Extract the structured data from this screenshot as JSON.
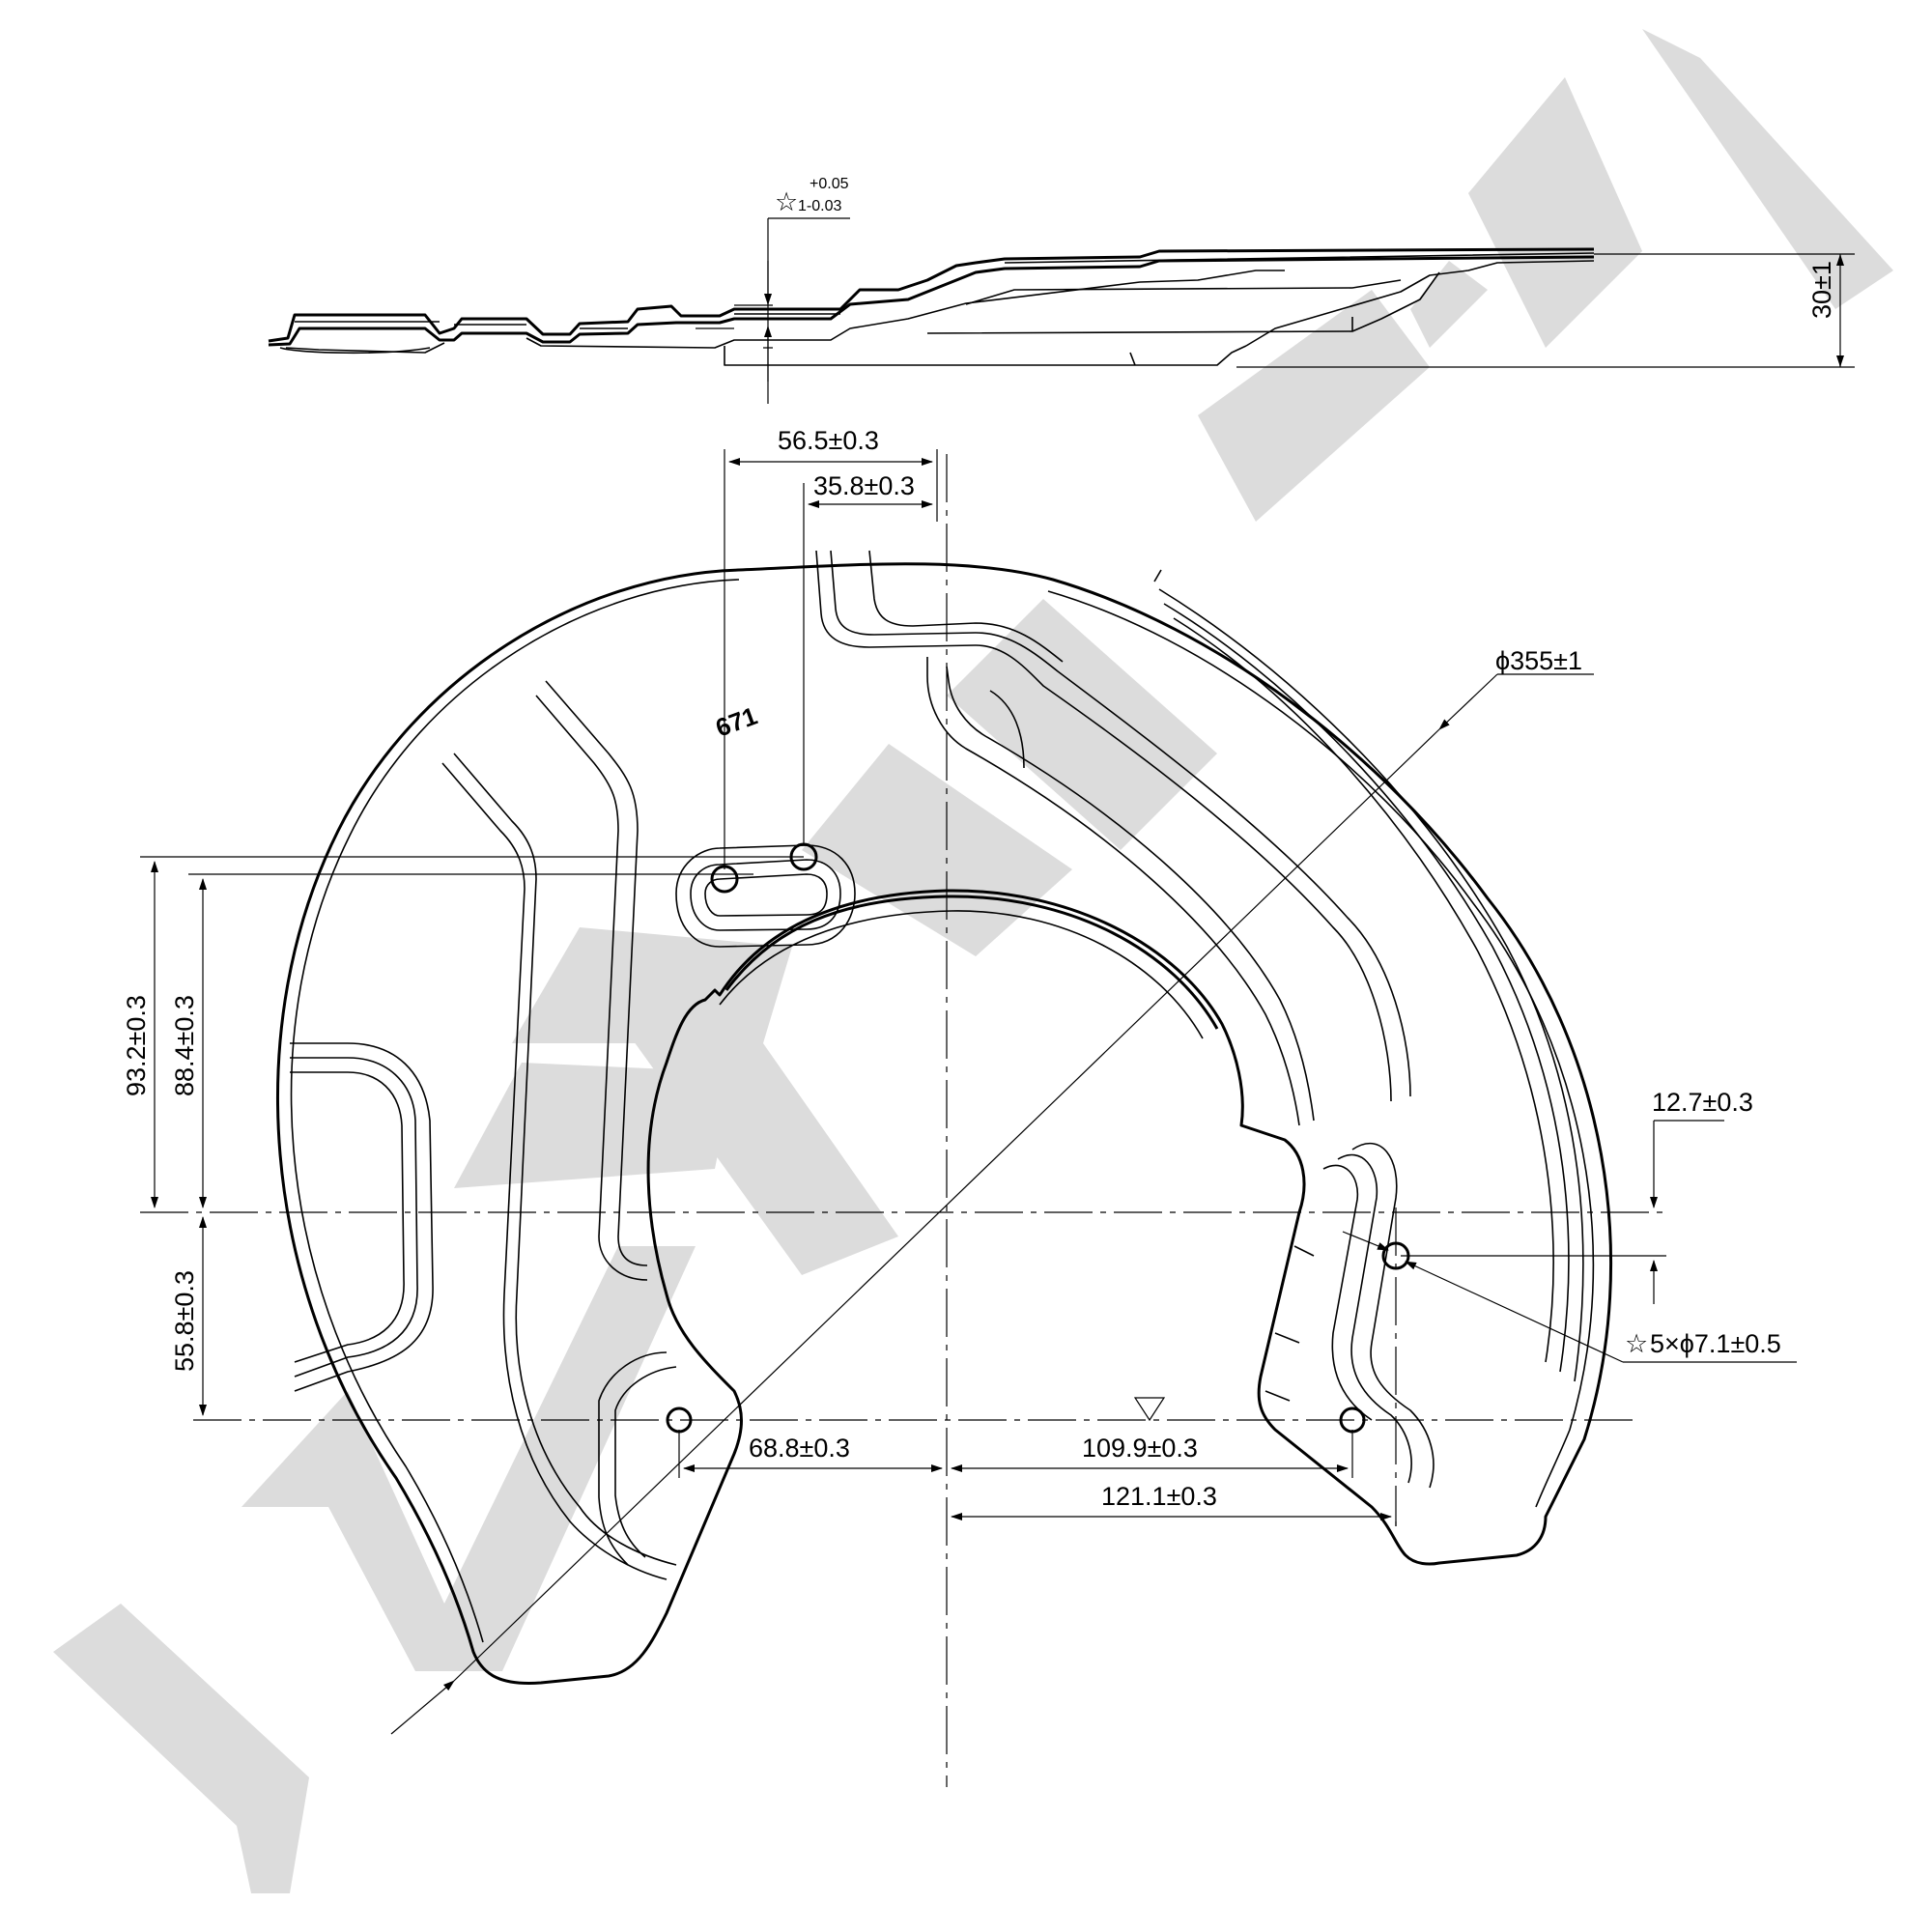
{
  "watermark": {
    "text": "ZENWEK",
    "color": "#dcdcdc"
  },
  "part_number": "671",
  "dimensions": {
    "thickness_tol_plus": "+0.05",
    "thickness_tol_minus": "1-0.03",
    "height": "30±1",
    "slot_width": "56.5±0.3",
    "slot_hole_offset": "35.8±0.3",
    "diameter": "ϕ355±1",
    "vert_top": "93.2±0.3",
    "vert_top_inner": "88.4±0.3",
    "vert_bottom": "55.8±0.3",
    "right_offset": "12.7±0.3",
    "holes": "5×ϕ7.1±0.5",
    "left_hole": "68.8±0.3",
    "right_hole": "109.9±0.3",
    "right_hole_far": "121.1±0.3"
  },
  "symbols": {
    "critical_mark": "☆",
    "surface_mark": "▽"
  }
}
